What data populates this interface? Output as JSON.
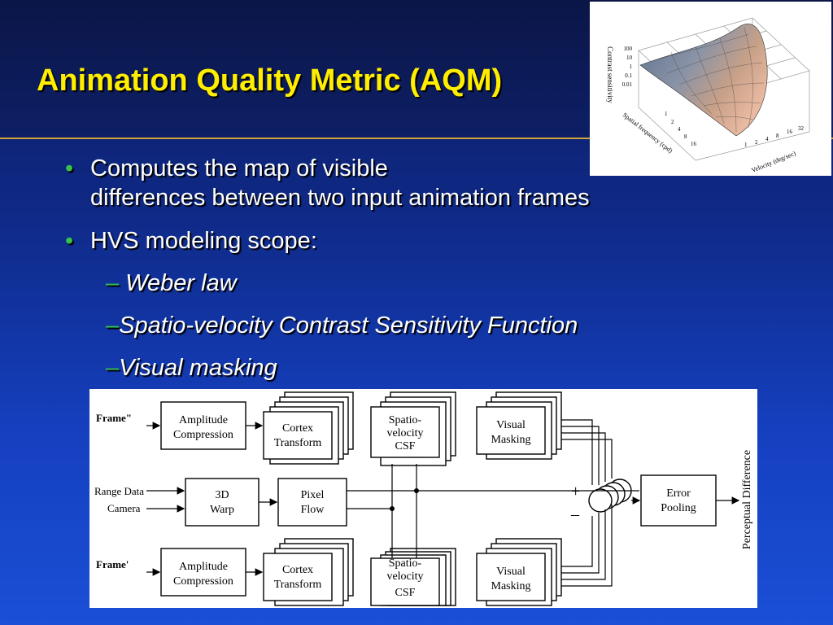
{
  "slide": {
    "title": "Animation Quality Metric (AQM)",
    "bullets": [
      {
        "line1": "Computes the map of visible",
        "line2": "differences between two input animation frames"
      },
      {
        "line1": "HVS modeling scope:"
      }
    ],
    "subbullets": [
      {
        "dash": "–",
        "text": " Weber law"
      },
      {
        "dash": "–",
        "text": "Spatio-velocity Contrast Sensitivity Function"
      },
      {
        "dash": "–",
        "text": "Visual masking"
      }
    ],
    "bullet_color": "#34c24a",
    "title_color": "#ffee00"
  },
  "surface_plot": {
    "z_label": "Contrast sensitivity",
    "z_ticks": [
      "100",
      "10",
      "1",
      "0.1",
      "0.01"
    ],
    "y_label": "Spatial frequency (cpd)",
    "y_ticks": [
      "1",
      "2",
      "4",
      "8",
      "16"
    ],
    "x_label": "Velocity (deg/sec)",
    "x_ticks": [
      "1",
      "2",
      "4",
      "8",
      "16",
      "32"
    ]
  },
  "diagram": {
    "inputs": {
      "frame_top": "Frame\"",
      "range_data": "Range Data",
      "camera": "Camera",
      "frame_bottom": "Frame'"
    },
    "blocks": {
      "amplitude_top": [
        "Amplitude",
        "Compression"
      ],
      "cortex_top": [
        "Cortex",
        "Transform"
      ],
      "csf_top": [
        "Spatio-",
        "velocity",
        "CSF"
      ],
      "masking_top": [
        "Visual",
        "Masking"
      ],
      "warp": [
        "3D",
        "Warp"
      ],
      "pixel_flow": [
        "Pixel",
        "Flow"
      ],
      "amplitude_bottom": [
        "Amplitude",
        "Compression"
      ],
      "cortex_bottom": [
        "Cortex",
        "Transform"
      ],
      "csf_bottom": [
        "Spatio-",
        "velocity",
        "CSF"
      ],
      "masking_bottom": [
        "Visual",
        "Masking"
      ],
      "error_pooling": [
        "Error",
        "Pooling"
      ]
    },
    "plus": "+",
    "minus": "–",
    "output_label": "Perceptual Difference"
  }
}
